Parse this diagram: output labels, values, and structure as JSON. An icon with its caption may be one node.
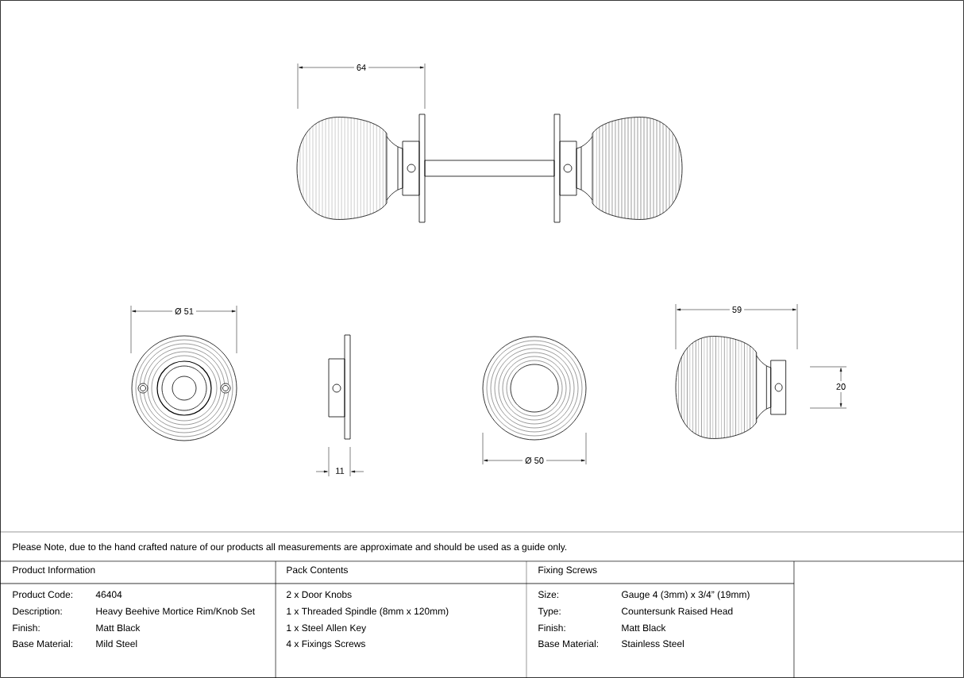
{
  "diagram": {
    "labels": [
      "64",
      "Ø 51",
      "11",
      "Ø 50",
      "59",
      "20",
      "Please Note, due to the hand crafted nature of our products all measurements are approximate and should be used as a guide only.",
      "Product Information",
      "Pack Contents",
      "Fixing Screws",
      "Product Code:",
      "46404",
      "2 x Door Knobs",
      "Size:",
      "Gauge 4 (3mm) x 3/4” (19mm)",
      "Description:",
      "Heavy Beehive Mortice Rim/Knob Set",
      "1 x Threaded Spindle (8mm x 120mm)",
      "Type:",
      "Countersunk Raised Head",
      "Finish:",
      "Matt Black",
      "1 x Steel Allen Key",
      "Finish:",
      "Matt Black",
      "Base Material:",
      "Mild Steel",
      "4 x Fixings Screws",
      "Base Material:",
      "Stainless Steel"
    ]
  }
}
